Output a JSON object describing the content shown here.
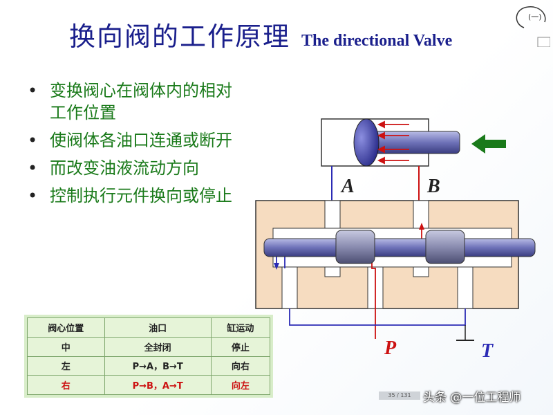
{
  "title": {
    "chinese": "换向阀的工作原理",
    "english": "The directional Valve"
  },
  "bullets": [
    "变换阀心在阀体内的相对工作位置",
    "使阀体各油口连通或断开",
    "而改变油液流动方向",
    "控制执行元件换向或停止"
  ],
  "table": {
    "headers": [
      "阀心位置",
      "油口",
      "缸运动"
    ],
    "rows": [
      [
        "中",
        "全封闭",
        "停止"
      ],
      [
        "左",
        "P→A，B→T",
        "向右"
      ],
      [
        "右",
        "P→B，A→T",
        "向左"
      ]
    ],
    "highlight_color": "#cc1111"
  },
  "diagram": {
    "ports": {
      "a": "A",
      "b": "B",
      "p": "P",
      "t": "T"
    },
    "colors": {
      "body": "#f6dcc0",
      "body_border": "#333333",
      "flow_pressure": "#cc1111",
      "flow_return": "#2b2bb5",
      "spool": "#7b7fbf",
      "arrow": "#1a7a1a"
    }
  },
  "slide_number": "35 / 131",
  "watermark": "头条 @一位工程师",
  "corner_text": "(一)"
}
